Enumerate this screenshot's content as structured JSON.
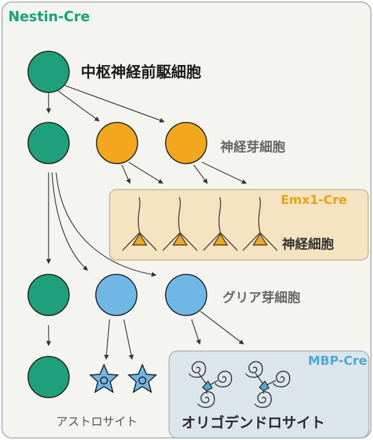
{
  "labels": {
    "nestin_cre": "Nestin-Cre",
    "emx1_cre": "Emx1-Cre",
    "mbp_cre": "MBP-Cre",
    "neural_progenitor": "中枢神経前駆細胞",
    "neuronal_progenitor": "神経芽細胞",
    "neuron": "神経細胞",
    "glial_progenitor": "グリア芽細胞",
    "astrocyte": "アストロサイト",
    "oligodendrocyte": "オリゴデンドロサイト"
  },
  "colors": {
    "nestin": "#16a37a",
    "emx1": "#e8a417",
    "mbp": "#4ea8d8",
    "stem_cell": "#1ea17b",
    "neuronal_cell": "#f2a81c",
    "glial_cell": "#6fb8e6",
    "outer_box_fill": "#f4f4f1",
    "emx1_box_fill": "#f5e3c2",
    "mbp_box_fill": "#dce6ea"
  }
}
